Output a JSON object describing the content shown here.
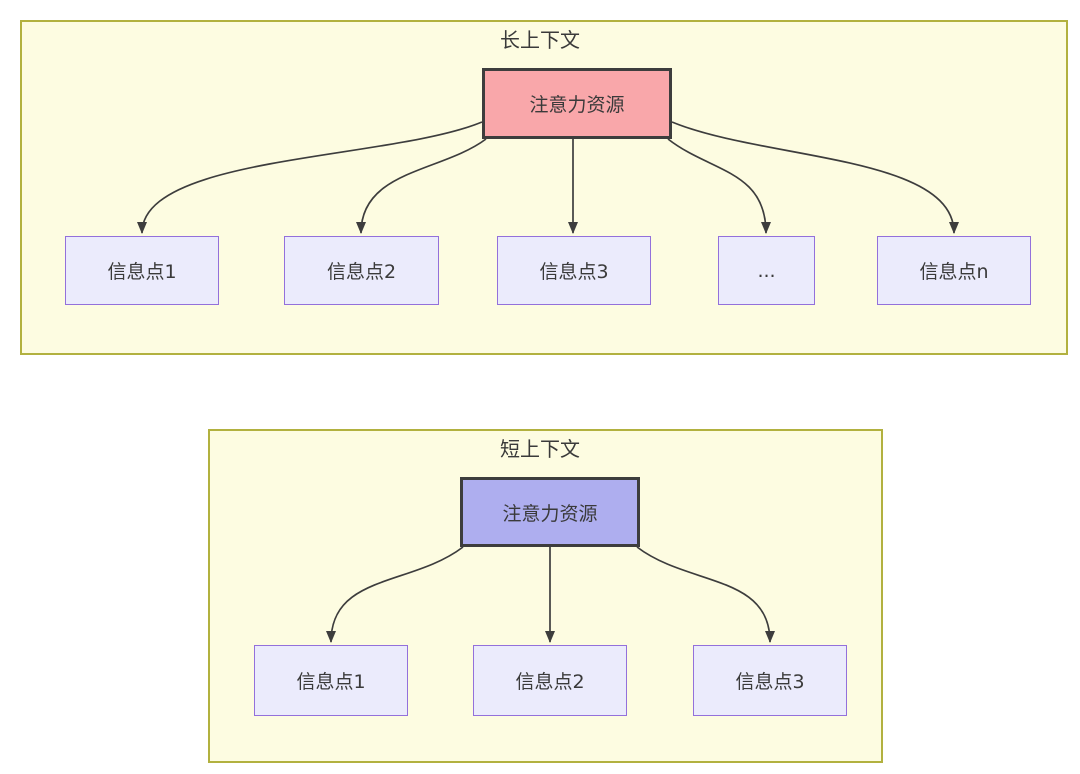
{
  "diagrams": {
    "long_context": {
      "title": "长上下文",
      "source": {
        "label": "注意力资源",
        "fill": "#f9a7aa"
      },
      "targets": [
        {
          "label": "信息点1"
        },
        {
          "label": "信息点2"
        },
        {
          "label": "信息点3"
        },
        {
          "label": "..."
        },
        {
          "label": "信息点n"
        }
      ]
    },
    "short_context": {
      "title": "短上下文",
      "source": {
        "label": "注意力资源",
        "fill": "#aeaeef"
      },
      "targets": [
        {
          "label": "信息点1"
        },
        {
          "label": "信息点2"
        },
        {
          "label": "信息点3"
        }
      ]
    }
  },
  "colors": {
    "panel_fill": "#fdfce1",
    "panel_border": "#b2b13f",
    "long_source_fill": "#f9a7aa",
    "short_source_fill": "#aeaeef",
    "target_fill": "#ebebfc",
    "target_border": "#9370db",
    "node_border_dark": "#3d3d3d",
    "arrow": "#3d3d3d",
    "text": "#3a3a3a",
    "page_background": "#ffffff"
  }
}
